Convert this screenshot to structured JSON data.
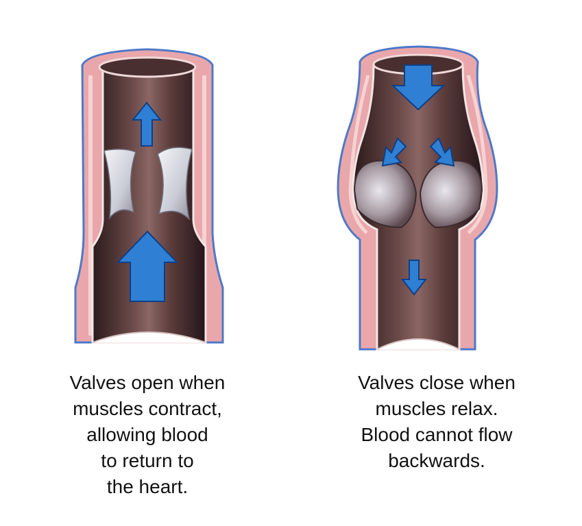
{
  "captions": {
    "open": "Valves open when\nmuscles contract,\nallowing blood\nto return to\nthe heart.",
    "closed": "Valves close when\nmuscles relax.\nBlood cannot flow\nbackwards."
  },
  "colors": {
    "wall_outer": "#e9a7ab",
    "wall_inner": "#f3c9c8",
    "wall_edge_blue": "#4e78c8",
    "lumen_dark": "#3a2526",
    "lumen_mid": "#6b4a49",
    "valve": "#dfe3ea",
    "arrow": "#2f7fd4",
    "arrow_edge": "#0f3f86"
  },
  "arrows": {
    "open": [
      "up-small",
      "up-large"
    ],
    "closed": [
      "down-large",
      "down-left",
      "down-right",
      "down-small"
    ]
  }
}
